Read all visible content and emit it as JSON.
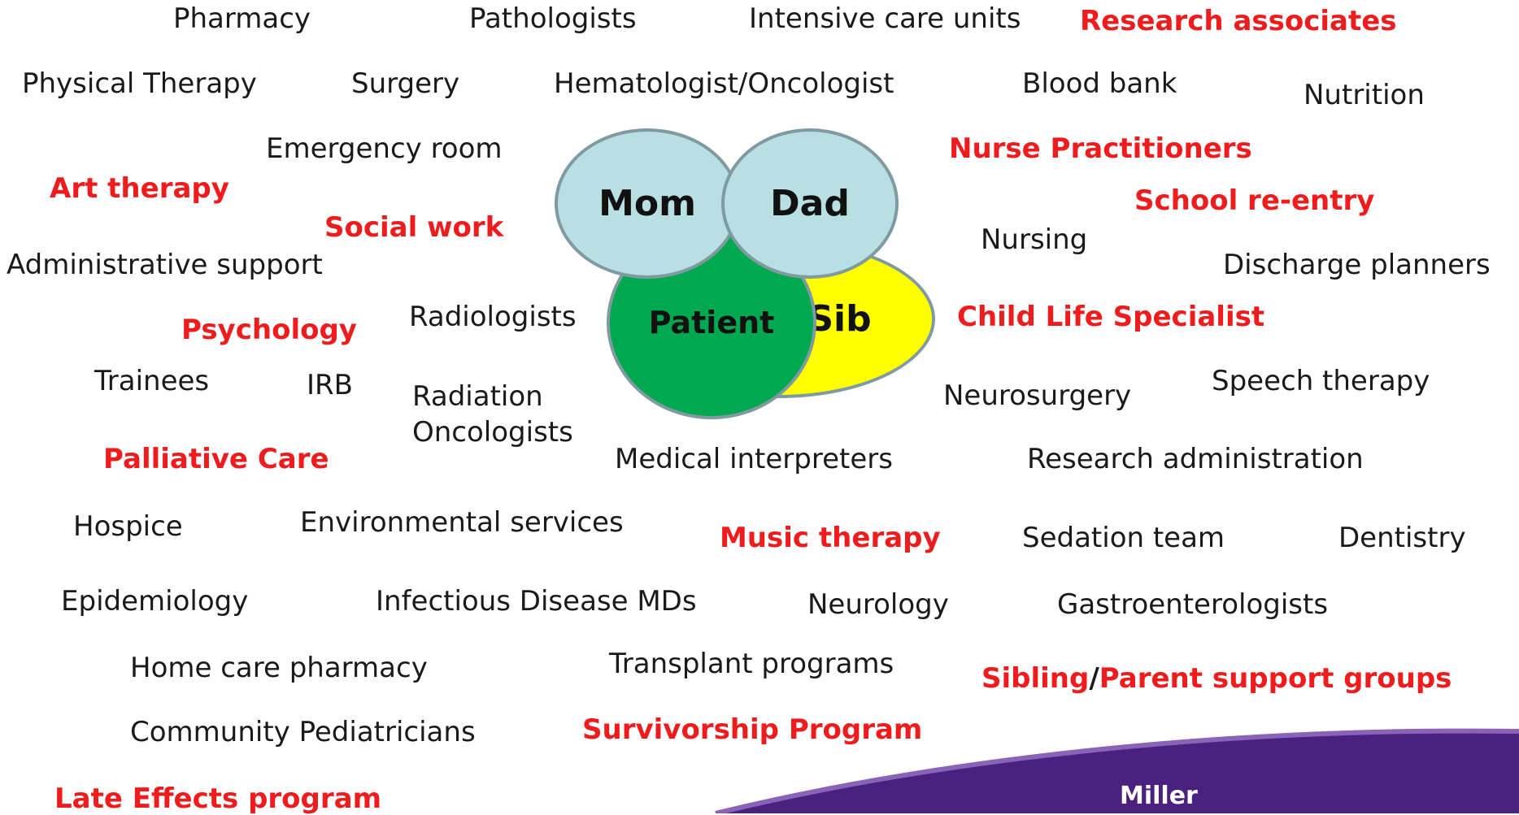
{
  "family": {
    "mom": "Mom",
    "dad": "Dad",
    "patient": "Patient",
    "sib": "Sib",
    "colors": {
      "parents": "#b8dfe1",
      "patient": "#00a94f",
      "sib": "#ffff00",
      "outline": "#7f9aa0"
    }
  },
  "terms": [
    {
      "id": "pharmacy",
      "text": "Pharmacy",
      "highlight": false
    },
    {
      "id": "pathologists",
      "text": "Pathologists",
      "highlight": false
    },
    {
      "id": "intensive-care-units",
      "text": "Intensive care units",
      "highlight": false
    },
    {
      "id": "research-associates",
      "text": "Research associates",
      "highlight": true
    },
    {
      "id": "physical-therapy",
      "text": "Physical Therapy",
      "highlight": false
    },
    {
      "id": "surgery",
      "text": "Surgery",
      "highlight": false
    },
    {
      "id": "hematologist-oncologist",
      "text": "Hematologist/Oncologist",
      "highlight": false
    },
    {
      "id": "blood-bank",
      "text": "Blood bank",
      "highlight": false
    },
    {
      "id": "nutrition",
      "text": "Nutrition",
      "highlight": false
    },
    {
      "id": "emergency-room",
      "text": "Emergency room",
      "highlight": false
    },
    {
      "id": "nurse-practitioners",
      "text": "Nurse Practitioners",
      "highlight": true
    },
    {
      "id": "art-therapy",
      "text": "Art therapy",
      "highlight": true
    },
    {
      "id": "school-re-entry",
      "text": "School re-entry",
      "highlight": true
    },
    {
      "id": "social-work",
      "text": "Social work",
      "highlight": true
    },
    {
      "id": "nursing",
      "text": "Nursing",
      "highlight": false
    },
    {
      "id": "administrative-support",
      "text": "Administrative support",
      "highlight": false
    },
    {
      "id": "discharge-planners",
      "text": "Discharge planners",
      "highlight": false
    },
    {
      "id": "psychology",
      "text": "Psychology",
      "highlight": true
    },
    {
      "id": "radiologists",
      "text": "Radiologists",
      "highlight": false
    },
    {
      "id": "child-life-specialist",
      "text": "Child Life Specialist",
      "highlight": true
    },
    {
      "id": "trainees",
      "text": "Trainees",
      "highlight": false
    },
    {
      "id": "irb",
      "text": "IRB",
      "highlight": false
    },
    {
      "id": "radiation-oncologists",
      "text": "Radiation Oncologists",
      "highlight": false
    },
    {
      "id": "neurosurgery",
      "text": "Neurosurgery",
      "highlight": false
    },
    {
      "id": "speech-therapy",
      "text": "Speech therapy",
      "highlight": false
    },
    {
      "id": "palliative-care",
      "text": "Palliative Care",
      "highlight": true
    },
    {
      "id": "medical-interpreters",
      "text": "Medical interpreters",
      "highlight": false
    },
    {
      "id": "research-administration",
      "text": "Research administration",
      "highlight": false
    },
    {
      "id": "hospice",
      "text": "Hospice",
      "highlight": false
    },
    {
      "id": "environmental-services",
      "text": "Environmental services",
      "highlight": false
    },
    {
      "id": "music-therapy",
      "text": "Music therapy",
      "highlight": true
    },
    {
      "id": "sedation-team",
      "text": "Sedation team",
      "highlight": false
    },
    {
      "id": "dentistry",
      "text": "Dentistry",
      "highlight": false
    },
    {
      "id": "epidemiology",
      "text": "Epidemiology",
      "highlight": false
    },
    {
      "id": "infectious-disease-mds",
      "text": "Infectious Disease MDs",
      "highlight": false
    },
    {
      "id": "neurology",
      "text": "Neurology",
      "highlight": false
    },
    {
      "id": "gastroenterologists",
      "text": "Gastroenterologists",
      "highlight": false
    },
    {
      "id": "home-care-pharmacy",
      "text": "Home care pharmacy",
      "highlight": false
    },
    {
      "id": "transplant-programs",
      "text": "Transplant programs",
      "highlight": false
    },
    {
      "id": "sibling-parent-support-groups",
      "text": "Sibling",
      "text2": "/",
      "text3": "Parent support groups",
      "highlight": true
    },
    {
      "id": "community-pediatricians",
      "text": "Community Pediatricians",
      "highlight": false
    },
    {
      "id": "survivorship-program",
      "text": "Survivorship Program",
      "highlight": true
    },
    {
      "id": "late-effects-program",
      "text": "Late Effects program",
      "highlight": true
    }
  ],
  "logo": {
    "text": "Miller",
    "colors": {
      "banner": "#4b2180",
      "banner_edge": "#8a63b8"
    }
  }
}
